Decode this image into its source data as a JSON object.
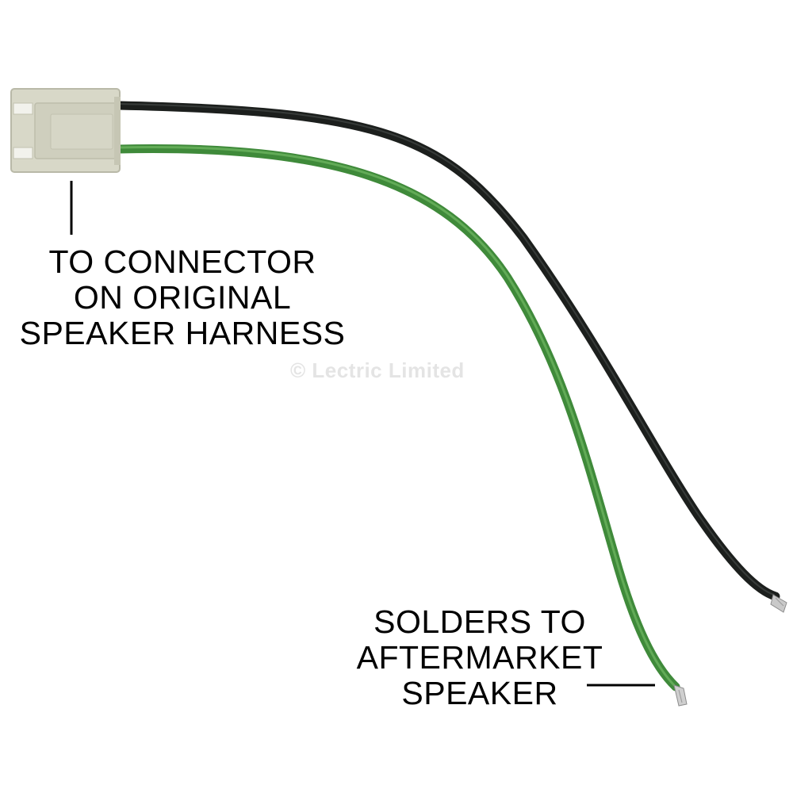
{
  "labels": {
    "connector": {
      "lines": [
        "TO CONNECTOR",
        "ON ORIGINAL",
        "SPEAKER HARNESS"
      ]
    },
    "speaker": {
      "lines": [
        "SOLDERS TO",
        "AFTERMARKET",
        "SPEAKER"
      ]
    }
  },
  "watermark": "© Lectric Limited",
  "colors": {
    "background": "#ffffff",
    "wire_black": "#1c1f1d",
    "wire_green": "#3f8a3a",
    "wire_green_highlight": "#6cb35f",
    "connector_body": "#d8d8c8",
    "connector_shadow": "#b9b9a8",
    "bare_copper": "#c9c9c9",
    "leader_line": "#000000",
    "text": "#000000",
    "watermark": "#e4e4e4"
  }
}
